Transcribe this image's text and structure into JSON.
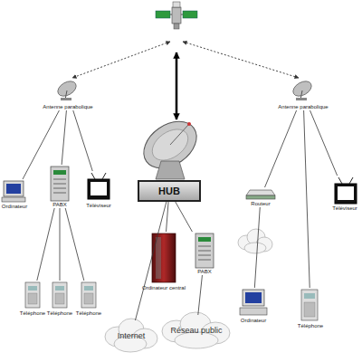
{
  "diagram": {
    "nodes": [
      {
        "text": [
          "Antenne parabolique"
        ]
      },
      {
        "text": [
          "Antenne parabolique"
        ]
      },
      {
        "text": [
          "HUB"
        ]
      },
      {
        "text": [
          "Ordinateur"
        ]
      },
      {
        "text": [
          "PABX"
        ]
      },
      {
        "text": [
          "Téléviseur"
        ]
      },
      {
        "text": [
          "Ordinateur central"
        ]
      },
      {
        "text": [
          "PABX"
        ]
      },
      {
        "text": [
          "Routeur"
        ]
      },
      {
        "text": [
          "Téléviseur"
        ]
      },
      {
        "text": [
          "Téléphone"
        ]
      },
      {
        "text": [
          "Téléphone"
        ]
      },
      {
        "text": [
          "Téléphone"
        ]
      },
      {
        "text": [
          "Internet"
        ]
      },
      {
        "text": [
          "Réseau public"
        ]
      },
      {
        "text": [
          "Ordinateur"
        ]
      },
      {
        "text": [
          "Téléphone"
        ]
      }
    ],
    "edges": [
      {
        "from": 0,
        "to": 3,
        "arrow": "none"
      },
      {
        "from": 0,
        "to": 4,
        "arrow": "none"
      },
      {
        "from": 0,
        "to": 5,
        "arrow": "none"
      },
      {
        "from": 4,
        "to": 10,
        "arrow": "none"
      },
      {
        "from": 4,
        "to": 11,
        "arrow": "none"
      },
      {
        "from": 4,
        "to": 12,
        "arrow": "none"
      },
      {
        "from": 2,
        "to": 13,
        "arrow": "none"
      },
      {
        "from": 2,
        "to": 6,
        "arrow": "none"
      },
      {
        "from": 2,
        "to": 7,
        "arrow": "none"
      },
      {
        "from": 7,
        "to": 14,
        "arrow": "none"
      },
      {
        "from": 1,
        "to": 8,
        "arrow": "none"
      },
      {
        "from": 1,
        "to": 9,
        "arrow": "none"
      },
      {
        "from": 1,
        "to": 16,
        "arrow": "none"
      },
      {
        "from": 8,
        "to": 15,
        "arrow": "none"
      }
    ]
  }
}
